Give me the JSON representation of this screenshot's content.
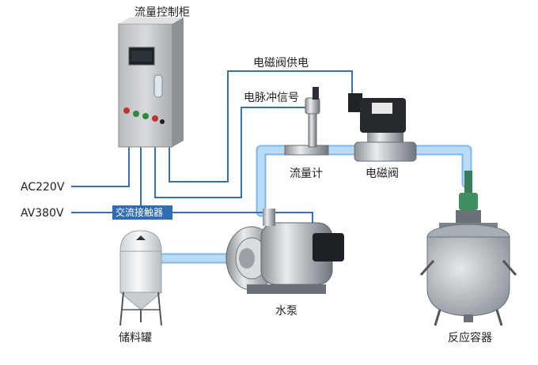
{
  "labels": {
    "control_cabinet": "流量控制柜",
    "valve_power": "电磁阀供电",
    "pulse_signal": "电脉冲信号",
    "flow_meter": "流量计",
    "solenoid_valve": "电磁阀",
    "ac220": "AC220V",
    "av380": "AV380V",
    "contactor": "交流接触器",
    "pump": "水泵",
    "storage_tank": "储料罐",
    "reactor": "反应容器"
  },
  "colors": {
    "pipe": "#a9d3f3",
    "pipe_edge": "#7fb8e6",
    "wire": "#3a6fb8",
    "contactor_bg": "#2f6db5",
    "cabinet": "#c9cbcd"
  }
}
